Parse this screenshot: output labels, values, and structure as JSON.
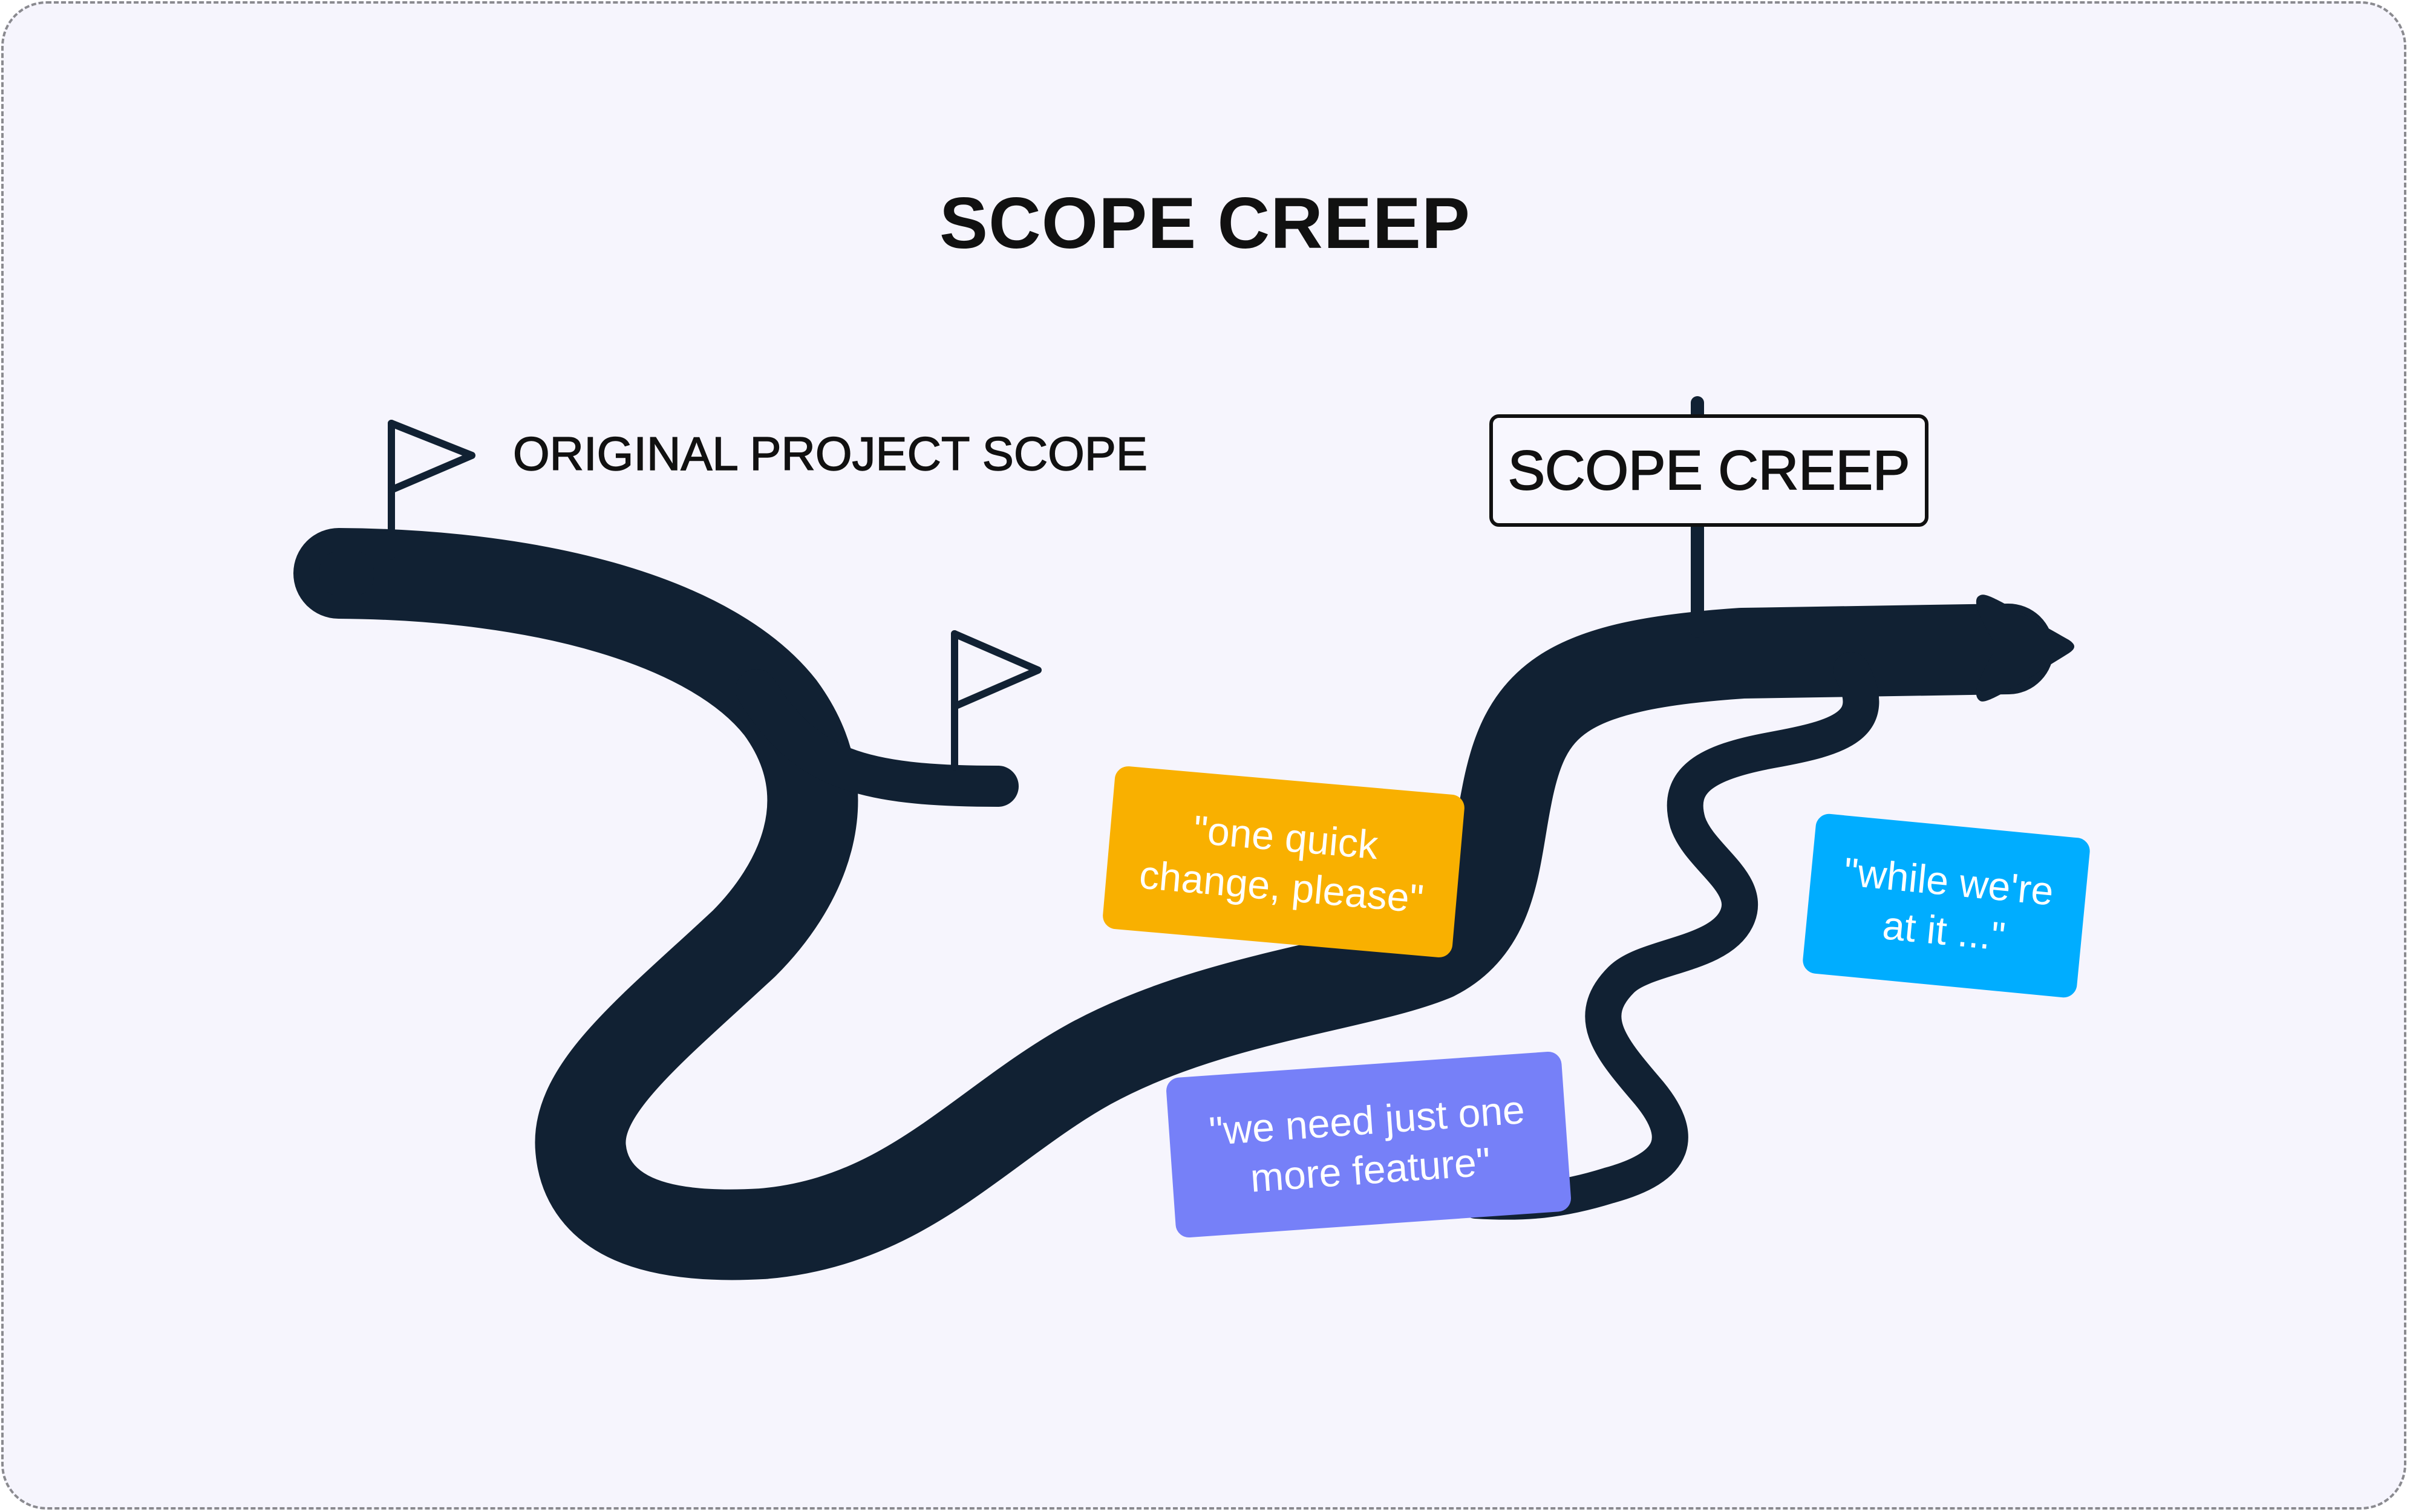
{
  "title": "SCOPE CREEP",
  "labels": {
    "original_scope": "ORIGINAL PROJECT SCOPE",
    "sign": "SCOPE CREEP"
  },
  "notes": [
    {
      "id": "one-quick-change",
      "line1": "\"one quick",
      "line2": "change, please\"",
      "color": "#F9B000"
    },
    {
      "id": "while-were-at-it",
      "line1": "\"while we're",
      "line2": "at it ...\"",
      "color": "#00ADFF"
    },
    {
      "id": "one-more-feature",
      "line1": "\"we need just one",
      "line2": "more feature\"",
      "color": "#7680F8"
    }
  ],
  "icons": {
    "start_flag": "flag-icon",
    "original_end_flag": "flag-icon",
    "signpost": "signpost-icon",
    "arrow": "arrow-right-icon"
  },
  "colors": {
    "background": "#F6F5FD",
    "road": "#112133",
    "text": "#111111",
    "orange": "#F9B000",
    "blue": "#00ADFF",
    "purple": "#7680F8"
  }
}
